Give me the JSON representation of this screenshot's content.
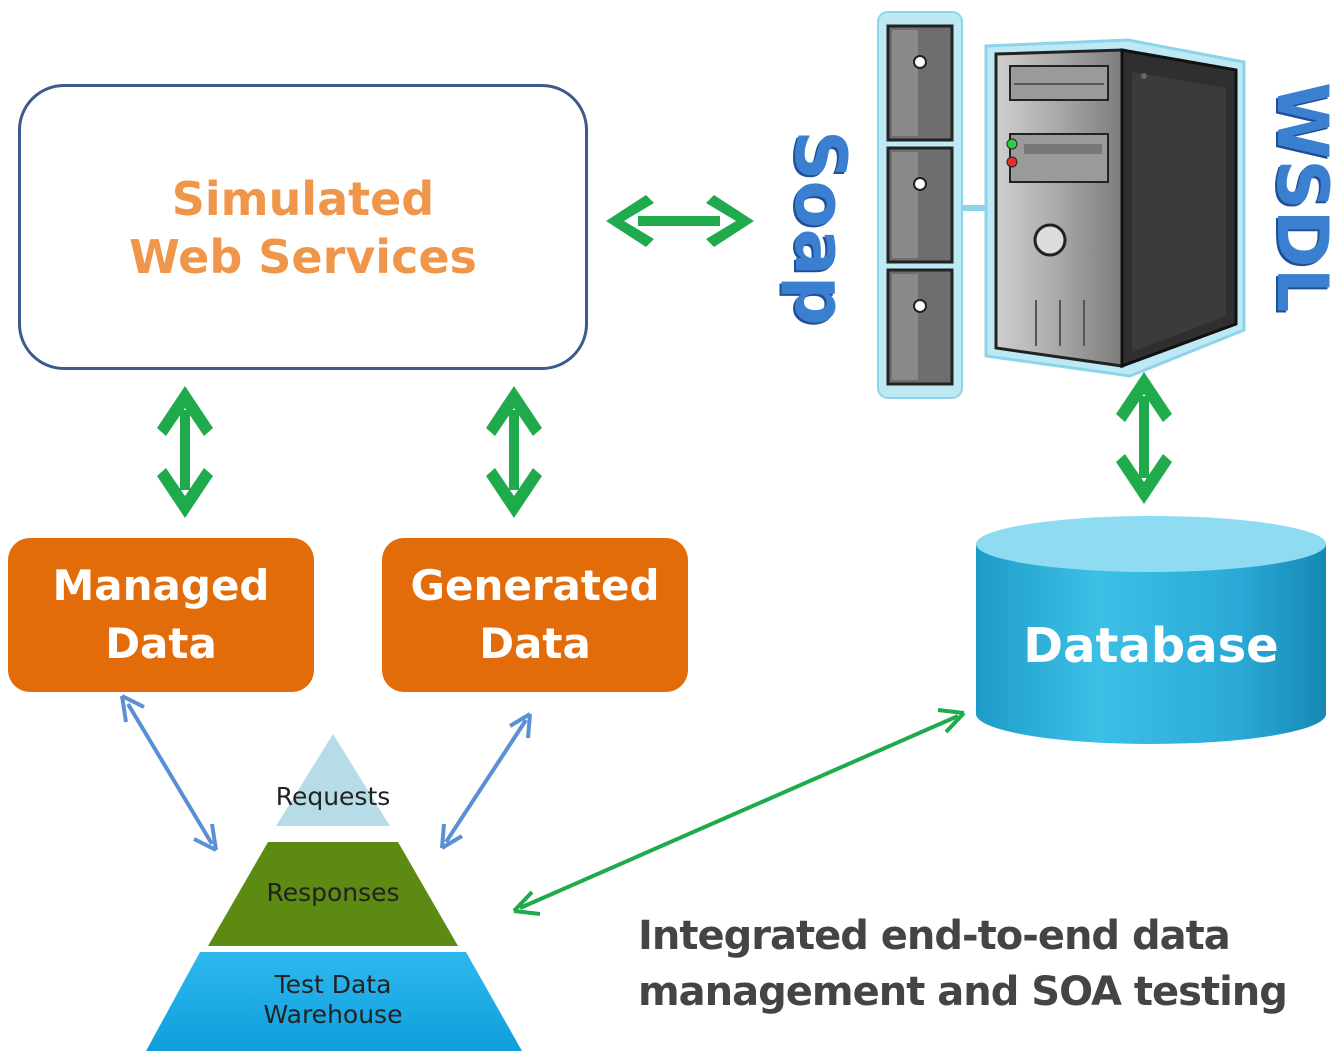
{
  "nodes": {
    "simulated": {
      "line1": "Simulated",
      "line2": "Web Services"
    },
    "managed": {
      "line1": "Managed",
      "line2": "Data"
    },
    "generated": {
      "line1": "Generated",
      "line2": "Data"
    },
    "database": {
      "label": "Database"
    },
    "soap": {
      "label": "Soap"
    },
    "wsdl": {
      "label": "WSDL"
    }
  },
  "pyramid": {
    "top": "Requests",
    "middle": "Responses",
    "bottom_line1": "Test Data",
    "bottom_line2": "Warehouse"
  },
  "caption": {
    "line1": "Integrated end-to-end data",
    "line2": "management and SOA testing"
  },
  "colors": {
    "green_arrow": "#1faa4b",
    "blue_arrow": "#5b8fd6",
    "orange": "#e36c0a",
    "sim_text": "#f0964a",
    "db": "#31b3dc",
    "pyr_top": "#b6dce8",
    "pyr_middle": "#5c8a12",
    "pyr_bottom": "#12a9e8"
  }
}
